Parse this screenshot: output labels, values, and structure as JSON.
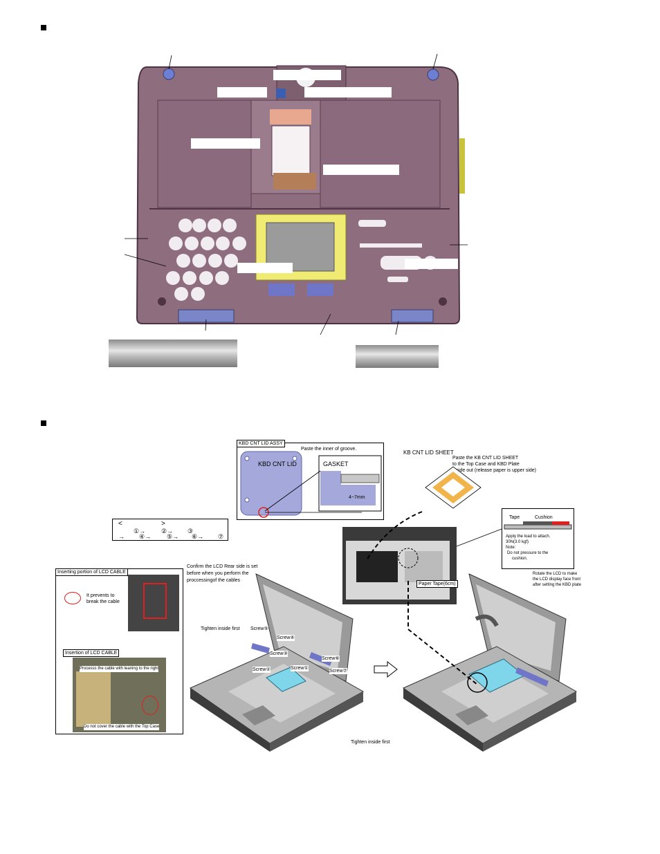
{
  "section_markers": [
    "■",
    "■"
  ],
  "kbd_box": {
    "title": "KBD CNT LID ASSY",
    "instruction": "Paste the inner of groove.",
    "lid_label": "KBD CNT LID",
    "gasket_label": "GASKET",
    "dim_label": "4~7mm"
  },
  "sheet": {
    "title": "KB CNT LID SHEET",
    "note_line1": "Paste the KB CNT LID SHEET",
    "note_line2": "to the Top Case and KBD Plate",
    "note_line3": "inside out (release paper is upper side)"
  },
  "sequence": {
    "row1": [
      "<",
      ">",
      "①→",
      "②→",
      "③"
    ],
    "row2": [
      "→",
      "④→",
      "⑤→",
      "⑥→",
      "⑦"
    ]
  },
  "tape_box": {
    "tape": "Tape",
    "cushion": "Cushion",
    "apply": "Apply the load to attach.",
    "force": "30N(3.0 kgf)",
    "note": "Note:",
    "warn1": "Do not pressure to the",
    "warn2": "cushion."
  },
  "paper_tape": "Paper Tape(6cm)",
  "lcd_cable": {
    "portion_title": "Inserting portion of LCD CABLE",
    "prevent1": "It prevents to",
    "prevent2": "break the cable",
    "insertion_title": "Insertion of LCD CABLE",
    "process": "Processs the cable with leaning to the right",
    "cover": "Do not cover the cable with the Top Case"
  },
  "confirm": {
    "line1": "Confirm the LCD Rear side is set",
    "line2": "before when you perform the",
    "line3": "proccessingof the cables"
  },
  "screws": {
    "tighten_top": "Tighten inside first",
    "tighten_bottom": "Tighten inside first",
    "s1": "Screw①",
    "s2": "Screw②",
    "s3": "Screw③",
    "s4": "Screw④",
    "s5": "Screw⑤",
    "s6": "Screw⑥",
    "s7": "Screw⑦"
  },
  "rotate": {
    "line1": "Rotate the LCD to make",
    "line2": "the LCD display face front",
    "line3": "after setting the KBD plate"
  },
  "colors": {
    "case": "#8a6a7a",
    "case_dark": "#5b3f50",
    "blue_part": "#6f76c8",
    "cyan_plate": "#7fd6ea",
    "yellow_frame": "#f3ef7a",
    "orange_sheet": "#f1b44a",
    "red_circle": "#e02020",
    "photo_gray": "#9a9a9a"
  }
}
